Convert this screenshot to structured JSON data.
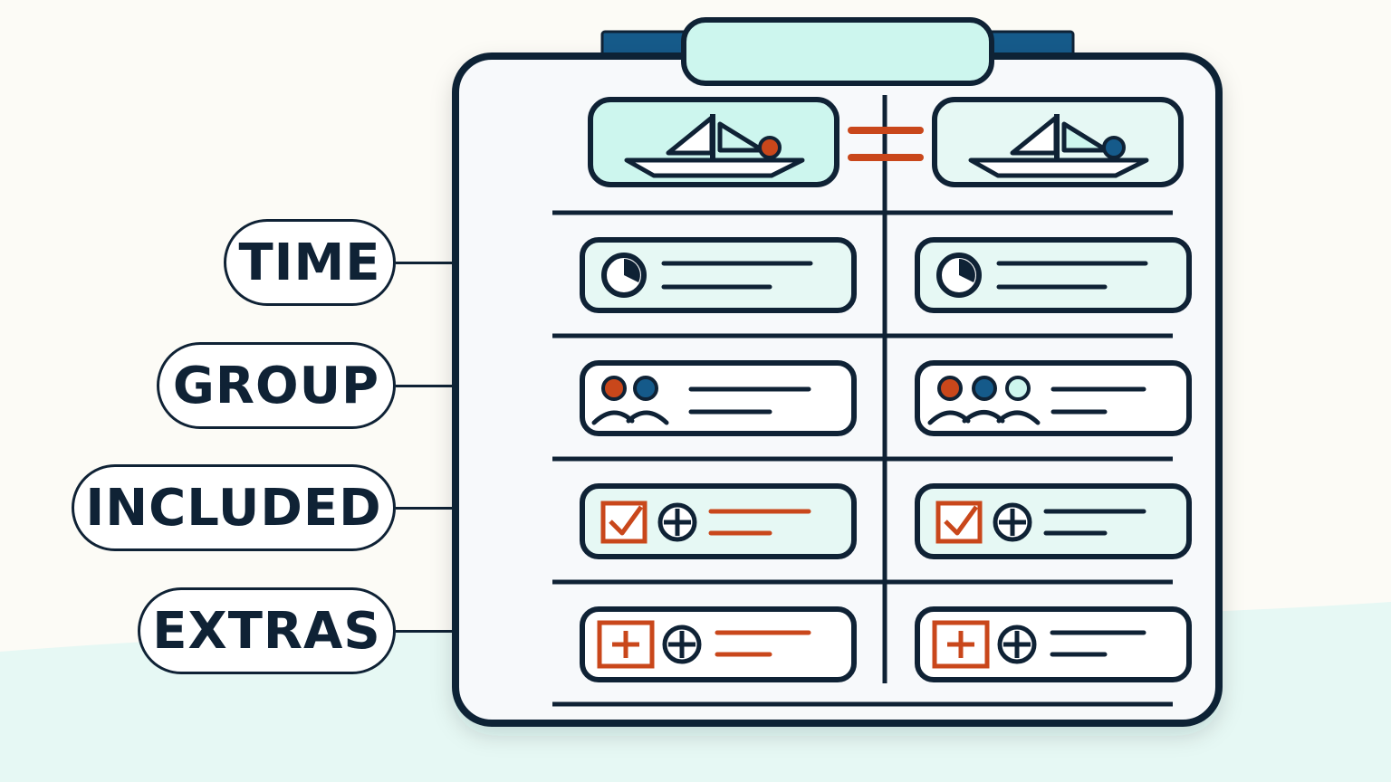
{
  "labels": [
    {
      "id": "time",
      "text": "TIME"
    },
    {
      "id": "group",
      "text": "GROUP"
    },
    {
      "id": "included",
      "text": "INCLUDED"
    },
    {
      "id": "extras",
      "text": "EXTRAS"
    }
  ],
  "icons": {
    "boat": "sailboat-icon",
    "equals": "equals-icon",
    "time": "clock-icon",
    "group": "people-icon",
    "included": "checkbox-icon",
    "extras": "plus-box-icon",
    "add": "circle-plus-icon"
  },
  "comparison": {
    "left": {
      "group_size": 2,
      "highlight_lines": true
    },
    "right": {
      "group_size": 3,
      "highlight_lines": false
    }
  },
  "colors": {
    "ink": "#0f2235",
    "accent_orange": "#c9471b",
    "accent_blue": "#155a8a",
    "mint": "#cdf6ee",
    "mint_light": "#e6f8f4",
    "board": "#f7f9fb",
    "background": "#fcfbf6"
  }
}
